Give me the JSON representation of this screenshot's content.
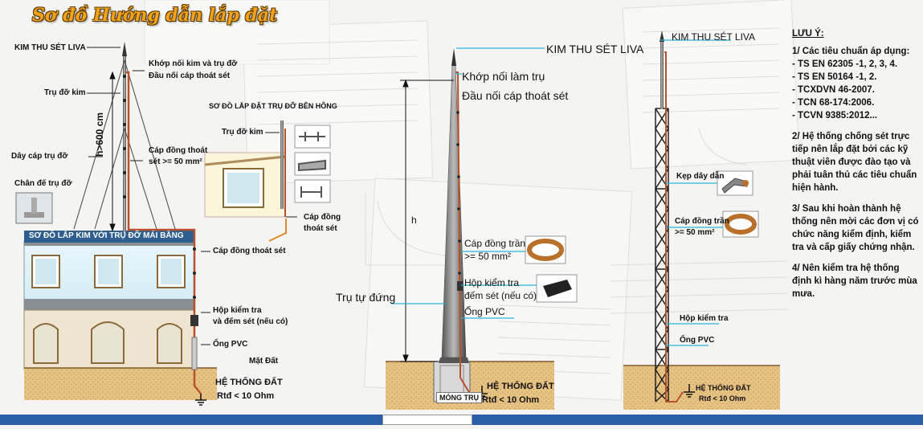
{
  "title": "Sơ đồ Hướng dẫn lắp đặt",
  "colors": {
    "title": "#f3a21b",
    "copper": "#b8502a",
    "cyan_leader": "#29b6d6",
    "building": "#d7eef5",
    "ground": "#e8c98a"
  },
  "panel_left": {
    "kim_thu_set": "KIM THU SÉT LIVA",
    "khop_noi_1": "Khớp nối kim và trụ đỡ",
    "khop_noi_2": "Đầu nối cáp thoát sét",
    "tru_do_kim": "Trụ đỡ kim",
    "day_cap": "Dây cáp trụ đỡ",
    "height": "h>600 cm",
    "cap_dong_1": "Cáp đồng thoát",
    "cap_dong_2": "sét >= 50 mm²",
    "chan_de": "Chân đế trụ đỡ",
    "so_do_ben_hong": "SƠ ĐỒ LẮP ĐẶT TRỤ ĐỠ BÊN HÔNG",
    "tru_do_kim_2": "Trụ đỡ kim",
    "cap_dong_tran_1": "Cáp đồng",
    "cap_dong_tran_2": "thoát sét",
    "box_title": "SƠ ĐỒ LẮP KIM VỚI TRỤ ĐỠ MÁI BẰNG",
    "cap_dong_thoat_set": "Cáp đồng thoát sét",
    "hop_kiem_tra_1": "Hộp kiểm tra",
    "hop_kiem_tra_2": "và đếm sét (nếu có)",
    "ong_pvc": "Ống PVC",
    "mat_dat": "Mặt Đất",
    "he_thong_dat": "HỆ THỐNG ĐẤT",
    "rtd": "Rtđ < 10 Ohm"
  },
  "panel_mid": {
    "kim_thu_set": "KIM THU SÉT LIVA",
    "khop_noi": "Khớp nối làm trụ",
    "dau_noi": "Đầu nối cáp thoát sét",
    "tru_tu_dung": "Trụ tự đứng",
    "cap_dong_tran_1": "Cáp đồng trần",
    "cap_dong_tran_2": ">= 50 mm²",
    "hop_kiem_tra_1": "Hộp kiểm tra",
    "hop_kiem_tra_2": "đếm sét (nếu có)",
    "ong_pvc": "Ống PVC",
    "mong_tru": "MÓNG TRỤ",
    "he_thong_dat": "HỆ THỐNG ĐẤT",
    "rtd": "Rtđ < 10 Ohm",
    "h_label": "h"
  },
  "panel_right": {
    "kim_thu_set": "KIM THU SÉT LIVA",
    "kep_day_dan": "Kẹp dây dẫn",
    "cap_dong_tran_1": "Cáp đồng trần",
    "cap_dong_tran_2": ">= 50 mm²",
    "hop_kiem_tra": "Hộp kiểm tra",
    "ong_pvc": "Ống PVC",
    "he_thong_dat": "HỆ THỐNG ĐẤT",
    "rtd": "Rtđ < 10 Ohm"
  },
  "notes": {
    "heading": "LƯU Ý:",
    "n1_title": "1/ Các tiêu chuẩn áp dụng:",
    "n1_items": [
      "- TS EN 62305 -1, 2, 3, 4.",
      "- TS EN 50164 -1, 2.",
      "- TCXDVN 46-2007.",
      "- TCN 68-174:2006.",
      "- TCVN 9385:2012..."
    ],
    "n2": "2/ Hệ thống chống sét trực tiếp nên lắp đặt bởi các kỹ thuật viên được đào tạo và phải tuân thủ các tiêu chuẩn hiện hành.",
    "n3": "3/ Sau khi hoàn thành hệ thống nên mời các đơn vị có chức năng kiểm định, kiểm tra và cấp giấy chứng nhận.",
    "n4": "4/ Nên kiểm tra hệ thống định kì hàng năm trước mùa mưa."
  }
}
